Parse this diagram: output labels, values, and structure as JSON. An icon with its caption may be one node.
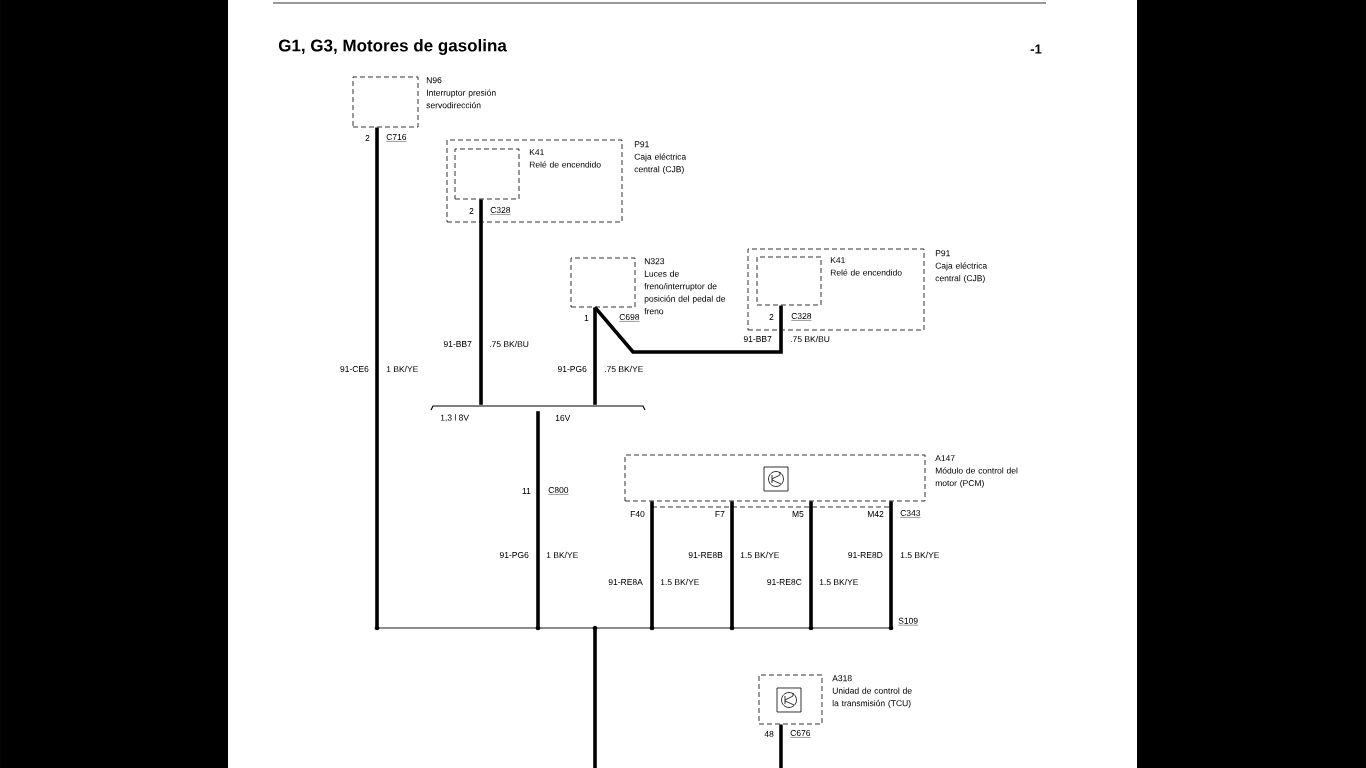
{
  "diagram": {
    "title": "G1, G3, Motores de gasolina",
    "nodes": [
      {
        "text": [
          "N96",
          "Interruptor presión servodirección"
        ]
      },
      {
        "text": [
          "P91",
          "Caja eléctrica central (CJB)"
        ]
      },
      {
        "text": [
          "K41",
          "Relé de encendido"
        ],
        "in": 1
      },
      {
        "text": [
          "N323",
          "Luces de freno/interruptor de posición del pedal de freno"
        ]
      },
      {
        "text": [
          "P91",
          "Caja eléctrica central (CJB)"
        ]
      },
      {
        "text": [
          "K41",
          "Relé de encendido"
        ],
        "in": 4
      },
      {
        "text": [
          "A147",
          "Módulo de control del motor (PCM)"
        ]
      },
      {
        "text": [
          "A318",
          "Unidad de control de la transmisión (TCU)"
        ]
      },
      {
        "text": [
          "S109"
        ]
      },
      {
        "text": [
          "1,3 l 8V",
          "16V"
        ]
      }
    ],
    "edges": [
      {
        "from": 0,
        "to": 8,
        "arrow": "none",
        "label": "91-CE6"
      },
      {
        "from": 2,
        "to": 9,
        "arrow": "none",
        "label": "91-BB7"
      },
      {
        "from": 3,
        "to": 9,
        "arrow": "none",
        "label": "91-PG6"
      },
      {
        "from": 5,
        "to": 3,
        "arrow": "none",
        "label": "91-BB7"
      },
      {
        "from": 9,
        "to": 8,
        "arrow": "none",
        "label": "91-PG6"
      },
      {
        "from": 6,
        "to": 8,
        "arrow": "none",
        "label": "91-RE8A"
      },
      {
        "from": 6,
        "to": 8,
        "arrow": "none",
        "label": "91-RE8B"
      },
      {
        "from": 6,
        "to": 8,
        "arrow": "none",
        "label": "91-RE8C"
      },
      {
        "from": 6,
        "to": 8,
        "arrow": "none",
        "label": "91-RE8D"
      },
      {
        "from": 8,
        "to": null,
        "arrow": "none"
      },
      {
        "from": 7,
        "to": null,
        "arrow": "none"
      }
    ],
    "labels": [
      "-1",
      "2",
      "C716",
      "2",
      "C328",
      "1",
      "C698",
      "2",
      "C328",
      ".75 BK/BU",
      ".75 BK/BU",
      "1 BK/YE",
      ".75 BK/YE",
      "11",
      "C800",
      "F40",
      "F7",
      "M5",
      "M42",
      "C343",
      "1 BK/YE",
      "1.5 BK/YE",
      "1.5 BK/YE",
      "1.5 BK/YE",
      "1.5 BK/YE",
      "48",
      "C676"
    ]
  }
}
